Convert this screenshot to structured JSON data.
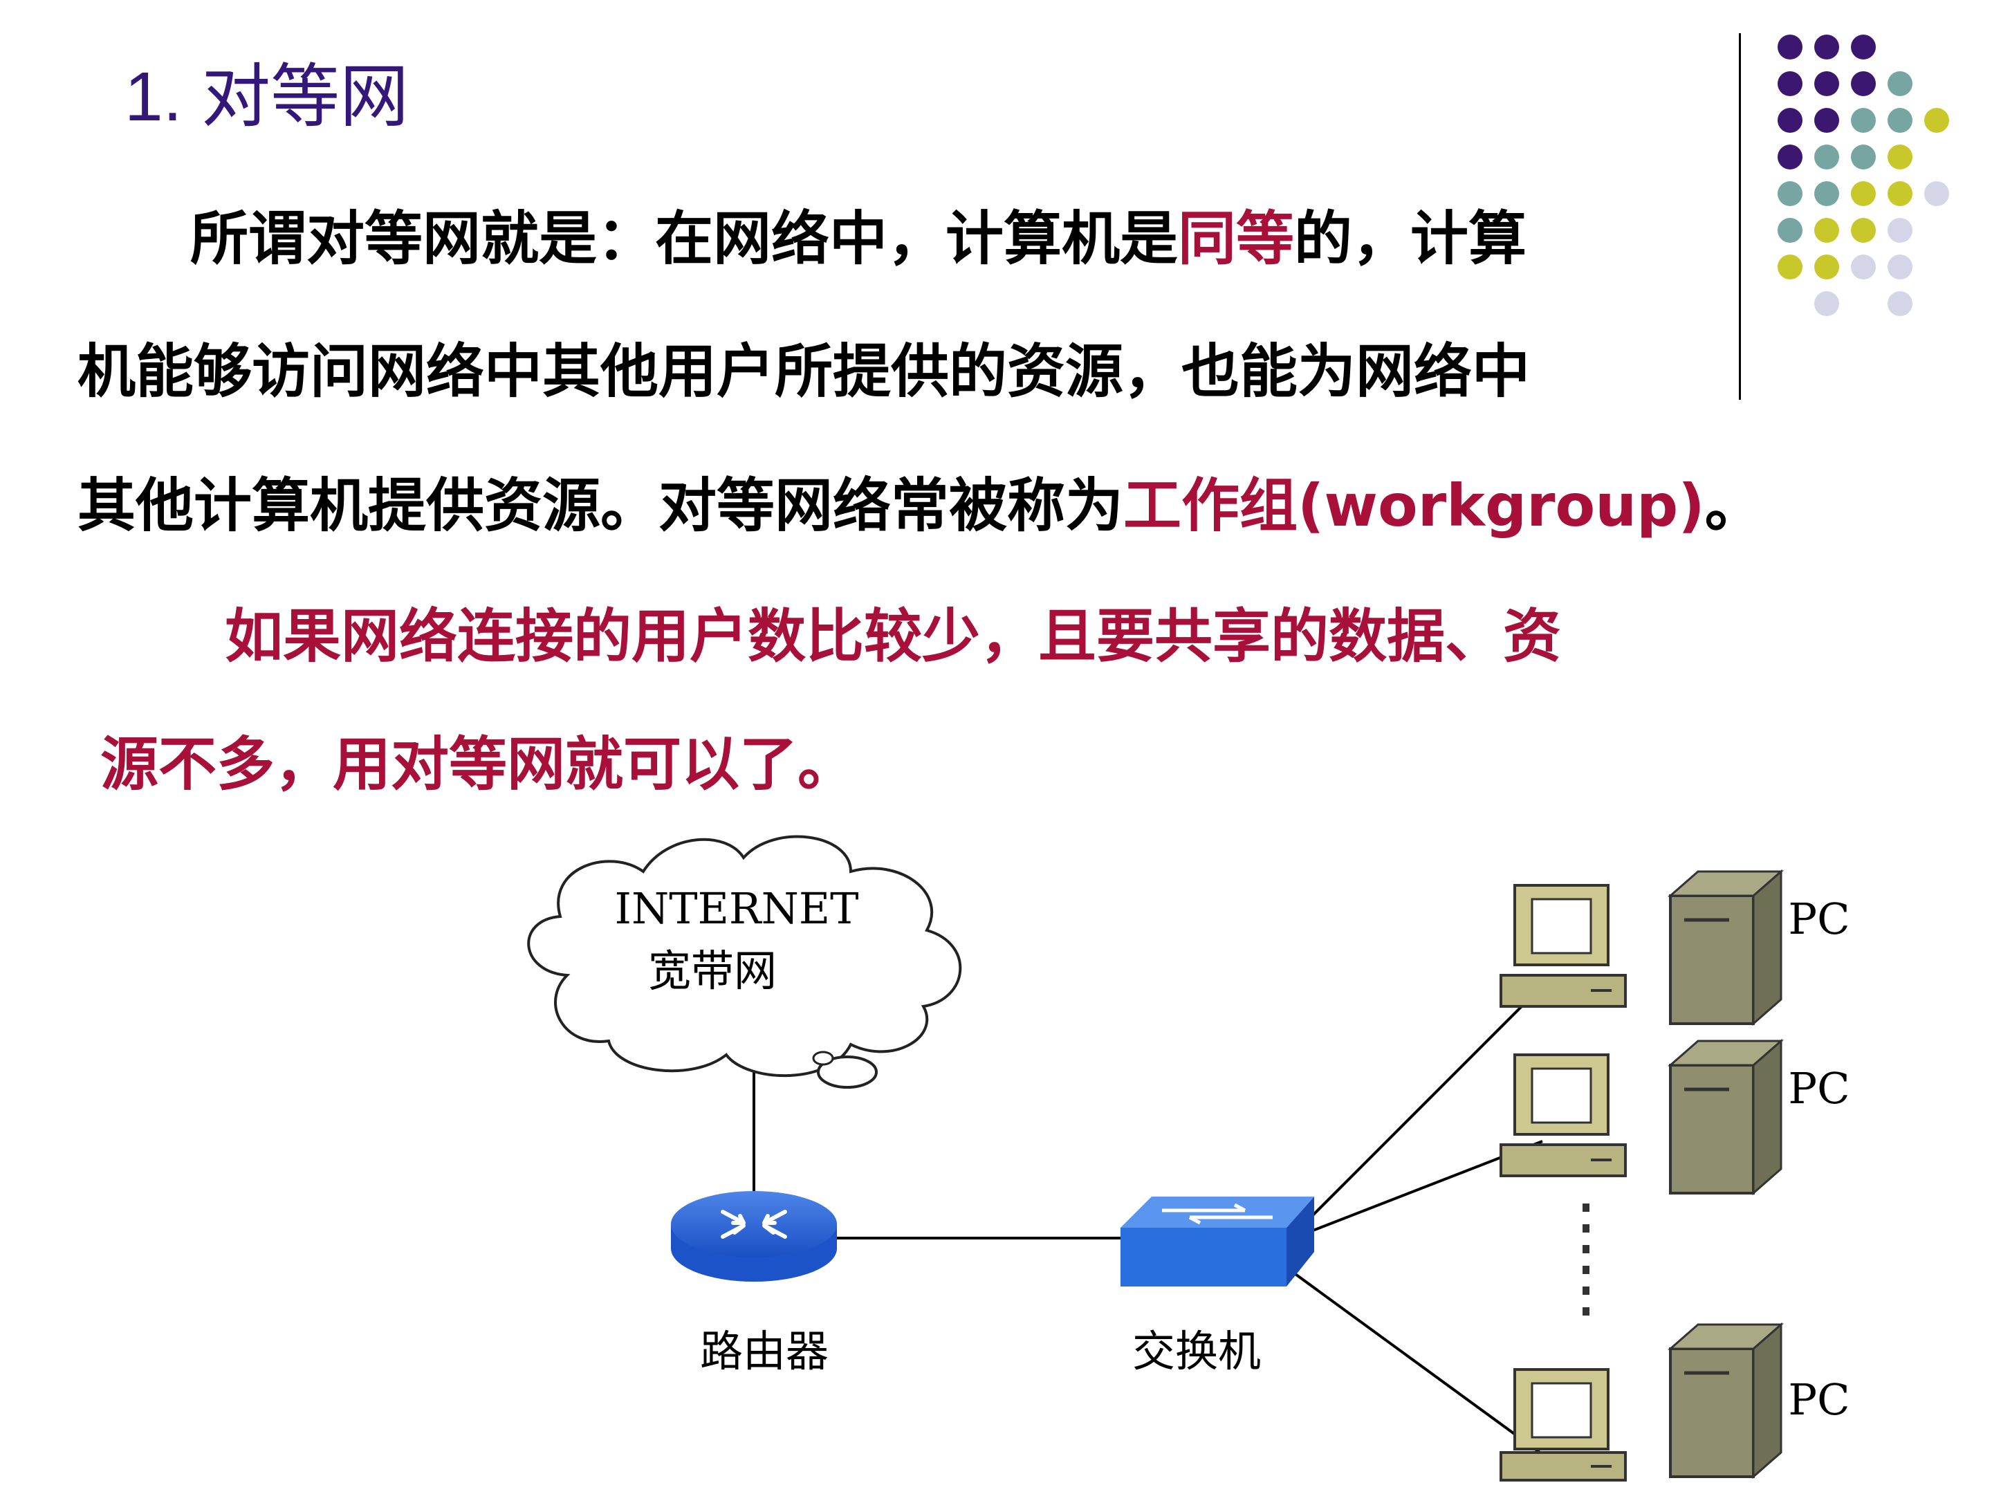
{
  "title": "1. 对等网",
  "paragraph1": {
    "line1_pre": "所谓对等网就是：在网络中，计算机是",
    "line1_highlight": "同等",
    "line1_post": "的，计算",
    "line2": "机能够访问网络中其他用户所提供的资源，也能为网络中",
    "line3_pre": "其他计算机提供资源。对等网络常被称为",
    "line3_highlight": "工作组(workgroup)",
    "line3_post": "。"
  },
  "paragraph2": {
    "line1": "如果网络连接的用户数比较少，且要共享的数据、资",
    "line2": "源不多，用对等网就可以了。"
  },
  "diagram": {
    "cloud_label_1": "INTERNET",
    "cloud_label_2": "宽带网",
    "router_label": "路由器",
    "switch_label": "交换机",
    "pc_labels": [
      "PC",
      "PC",
      "PC"
    ]
  },
  "colors": {
    "title": "#33187a",
    "highlight": "#a8103a",
    "dot_purple": "#3b1770",
    "dot_teal": "#77a5a2",
    "dot_yellow": "#c9c82a",
    "dot_lavender": "#d5d5e8"
  }
}
